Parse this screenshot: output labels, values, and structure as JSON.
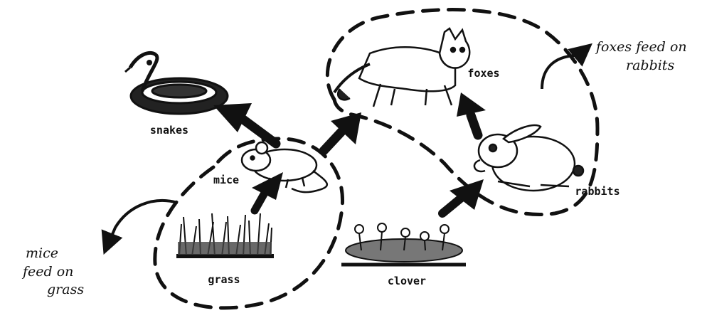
{
  "organisms": {
    "snakes": "snakes",
    "mice": "mice",
    "foxes": "foxes",
    "rabbits": "rabbits",
    "grass": "grass",
    "clover": "clover"
  },
  "annotations": {
    "foxes_line1": "foxes feed on",
    "foxes_line2": "rabbits",
    "mice_line1": "mice",
    "mice_line2": "feed on",
    "mice_line3": "grass"
  }
}
